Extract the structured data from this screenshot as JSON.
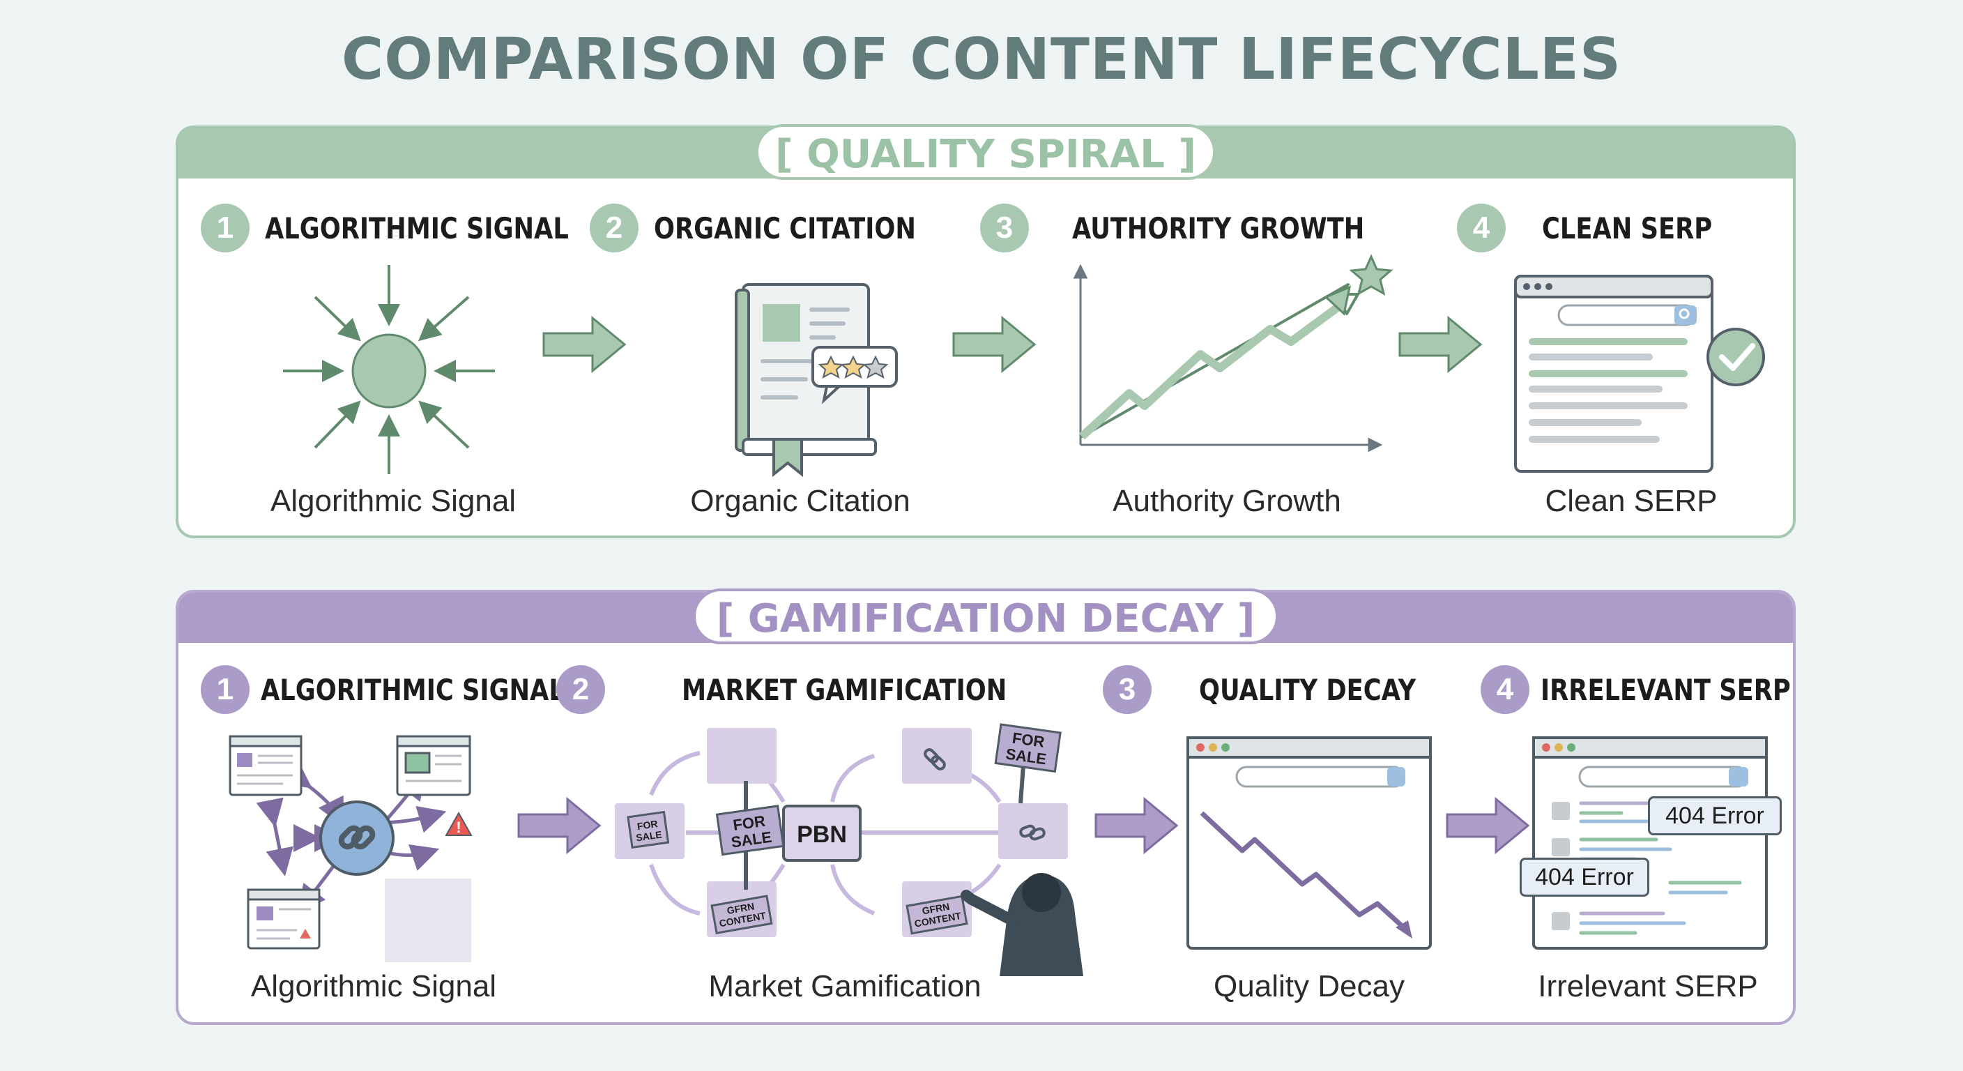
{
  "title": "COMPARISON OF CONTENT LIFECYCLES",
  "quality_spiral": {
    "label": "[ QUALITY SPIRAL ]",
    "steps": [
      {
        "number": "1",
        "title": "ALGORITHMIC SIGNAL",
        "caption": "Algorithmic Signal"
      },
      {
        "number": "2",
        "title": "ORGANIC CITATION",
        "caption": "Organic Citation"
      },
      {
        "number": "3",
        "title": "AUTHORITY GROWTH",
        "caption": "Authority Growth"
      },
      {
        "number": "4",
        "title": "CLEAN SERP",
        "caption": "Clean SERP"
      }
    ]
  },
  "gamification_decay": {
    "label": "[ GAMIFICATION DECAY ]",
    "steps": [
      {
        "number": "1",
        "title": "ALGORITHMIC SIGNAL",
        "caption": "Algorithmic Signal"
      },
      {
        "number": "2",
        "title": "MARKET GAMIFICATION",
        "caption": "Market Gamification"
      },
      {
        "number": "3",
        "title": "QUALITY DECAY",
        "caption": "Quality Decay"
      },
      {
        "number": "4",
        "title": "IRRELEVANT SERP",
        "caption": "Irrelevant SERP"
      }
    ],
    "market_labels": {
      "pbn": "PBN",
      "for_sale": [
        "FOR",
        "SALE"
      ],
      "content_sign": [
        "GFRN",
        "CONTENT"
      ]
    },
    "error_labels": [
      "404 Error",
      "404 Error"
    ]
  },
  "colors": {
    "green": "#a8c8b0",
    "green_dark": "#5f8a6c",
    "purple": "#ad9cc8",
    "purple_dark": "#7e6ba0",
    "title": "#627b7b"
  }
}
